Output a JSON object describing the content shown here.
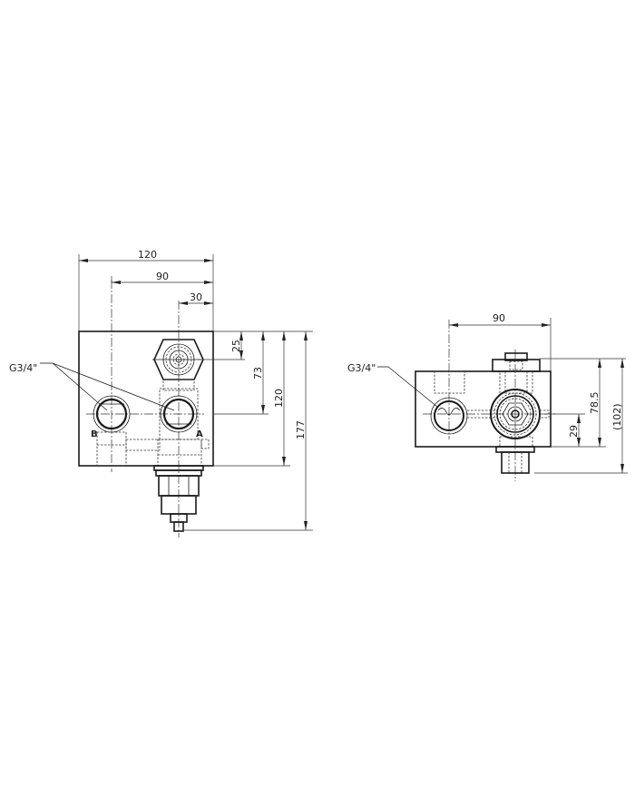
{
  "drawing": {
    "units": "mm",
    "front_view": {
      "dimensions": {
        "width_overall": "120",
        "port_spacing": "90",
        "valve_offset": "30",
        "valve_height": "25",
        "port_height": "73",
        "block_height": "120",
        "overall_height": "177"
      },
      "thread_callout": "G3/4\"",
      "port_labels": {
        "left": "B",
        "right": "A"
      }
    },
    "side_view": {
      "dimensions": {
        "port_spacing": "90",
        "port_height": "29",
        "block_top": "78.5",
        "overall_height": "(102)"
      },
      "thread_callout": "G3/4\""
    }
  }
}
